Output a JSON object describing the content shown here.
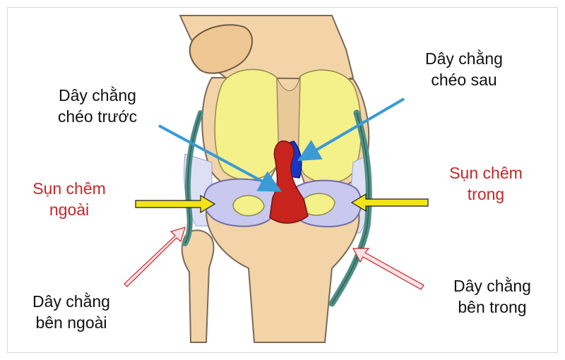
{
  "labels": {
    "acl": {
      "line1": "Dây chằng",
      "line2": "chéo trước"
    },
    "pcl": {
      "line1": "Dây chằng",
      "line2": "chéo sau"
    },
    "lateral_meniscus": {
      "line1": "Sụn chêm",
      "line2": "ngoài"
    },
    "medial_meniscus": {
      "line1": "Sụn chêm",
      "line2": "trong"
    },
    "lcl": {
      "line1": "Dây chằng",
      "line2": "bên ngoài"
    },
    "mcl": {
      "line1": "Dây chằng",
      "line2": "bên trong"
    }
  },
  "colors": {
    "bone": "#f3d4a8",
    "bone_outline": "#7a6a56",
    "cartilage": "#f4f08a",
    "meniscus": "#c9c8ee",
    "acl": "#c8241d",
    "pcl": "#1636c8",
    "ligament": "#4f8f86",
    "arrow_cruciate": "#3a9bd6",
    "arrow_meniscus": "#f2e41a",
    "arrow_side": "#f4b8c0",
    "label_black": "#111111",
    "label_red": "#c0282a"
  }
}
